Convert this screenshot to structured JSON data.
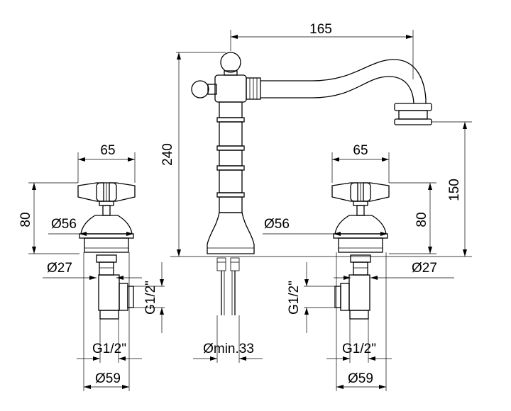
{
  "dimensions": {
    "spout_reach": "165",
    "total_height": "240",
    "spout_height": "150",
    "handle_width_left": "65",
    "handle_width_right": "65",
    "handle_height_left": "80",
    "handle_height_right": "80",
    "body_dia_left": "Ø56",
    "body_dia_right": "Ø56",
    "shank_dia_left": "Ø27",
    "shank_dia_right": "Ø27",
    "thread_side_left": "G1/2\"",
    "thread_side_right": "G1/2\"",
    "thread_bottom_left": "G1/2\"",
    "thread_bottom_right": "G1/2\"",
    "flange_dia_left": "Ø59",
    "flange_dia_right": "Ø59",
    "min_hole": "Ømin.33"
  }
}
